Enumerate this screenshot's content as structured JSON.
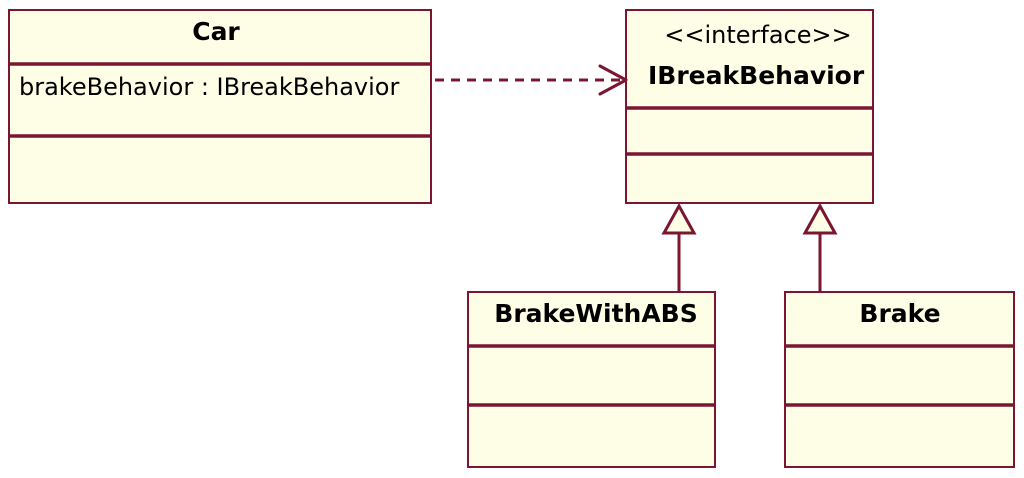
{
  "classes": {
    "car": {
      "name": "Car",
      "attributes": [
        "brakeBehavior : IBreakBehavior"
      ]
    },
    "ibreak": {
      "stereotype": "<<interface>>",
      "name": "IBreakBehavior"
    },
    "brakeabs": {
      "name": "BrakeWithABS"
    },
    "brake": {
      "name": "Brake"
    }
  },
  "relations": [
    {
      "type": "dependency",
      "from": "Car",
      "to": "IBreakBehavior"
    },
    {
      "type": "realization",
      "from": "BrakeWithABS",
      "to": "IBreakBehavior"
    },
    {
      "type": "realization",
      "from": "Brake",
      "to": "IBreakBehavior"
    }
  ],
  "colors": {
    "border": "#7b1531",
    "fill": "#fefee6",
    "text": "#000000"
  }
}
